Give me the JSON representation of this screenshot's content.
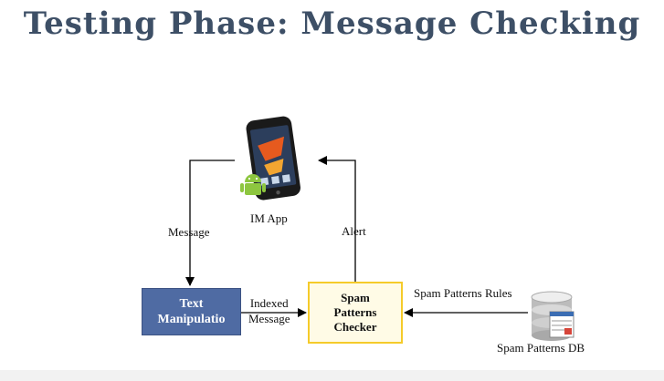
{
  "title": "Testing Phase: Message Checking",
  "nodes": {
    "im_app": "IM App",
    "text_manipulation": [
      "Text",
      "Manipulatio"
    ],
    "spam_checker": [
      "Spam",
      "Patterns",
      "Checker"
    ],
    "spam_db": "Spam Patterns DB"
  },
  "edges": {
    "message": "Message",
    "alert": "Alert",
    "indexed_message": [
      "Indexed",
      "Message"
    ],
    "spam_patterns_rules": "Spam Patterns Rules"
  },
  "icons": {
    "phone": "smartphone-icon",
    "database": "database-icon"
  },
  "colors": {
    "title": "#3d4f66",
    "text_box": "#4f6ba3",
    "checker_border": "#f5cb2a"
  }
}
